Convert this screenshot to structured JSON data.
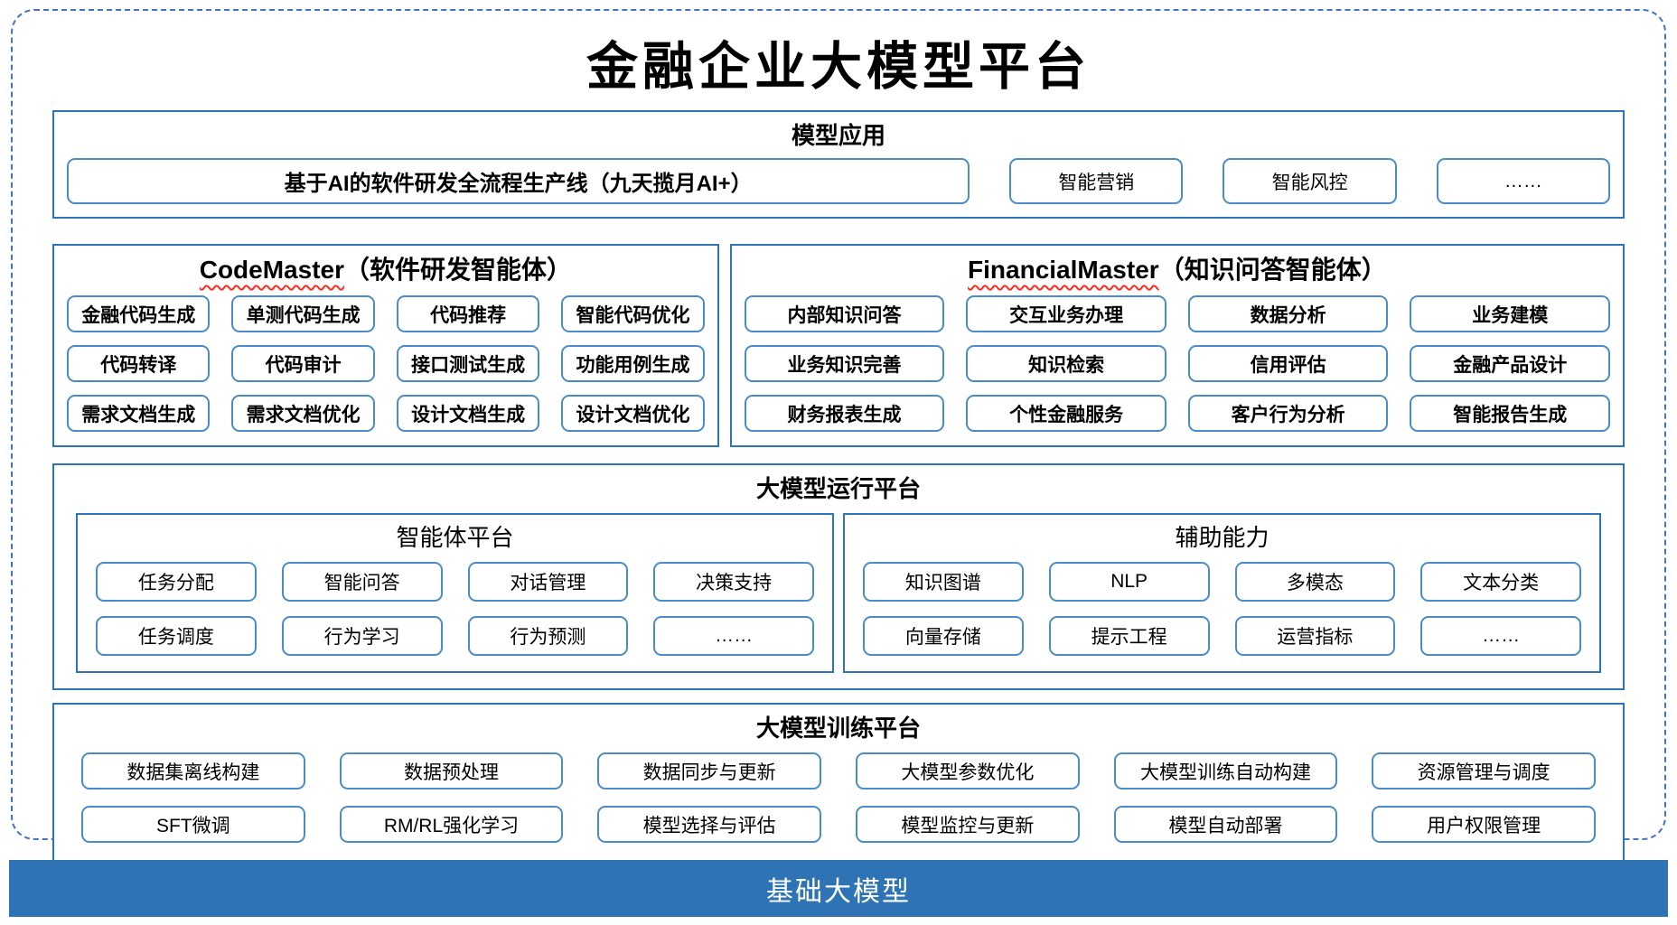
{
  "title": "金融企业大模型平台",
  "colors": {
    "border": "#2E75B6",
    "item_border": "#4A8CC7",
    "dashed": "#4472C4",
    "bar": "#2E74B5",
    "squiggle": "#FF2B1F"
  },
  "model_app": {
    "header": "模型应用",
    "main_item": "基于AI的软件研发全流程生产线（九天揽月AI+）",
    "items": [
      "智能营销",
      "智能风控",
      "……"
    ]
  },
  "code_master": {
    "name": "CodeMaster",
    "subtitle": "（软件研发智能体）",
    "items": [
      "金融代码生成",
      "单测代码生成",
      "代码推荐",
      "智能代码优化",
      "代码转译",
      "代码审计",
      "接口测试生成",
      "功能用例生成",
      "需求文档生成",
      "需求文档优化",
      "设计文档生成",
      "设计文档优化"
    ]
  },
  "financial_master": {
    "name": "FinancialMaster",
    "subtitle": "（知识问答智能体）",
    "items": [
      "内部知识问答",
      "交互业务办理",
      "数据分析",
      "业务建模",
      "业务知识完善",
      "知识检索",
      "信用评估",
      "金融产品设计",
      "财务报表生成",
      "个性金融服务",
      "客户行为分析",
      "智能报告生成"
    ]
  },
  "runtime": {
    "header": "大模型运行平台",
    "agent_platform": {
      "header": "智能体平台",
      "items": [
        "任务分配",
        "智能问答",
        "对话管理",
        "决策支持",
        "任务调度",
        "行为学习",
        "行为预测",
        "……"
      ]
    },
    "aux": {
      "header": "辅助能力",
      "items": [
        "知识图谱",
        "NLP",
        "多模态",
        "文本分类",
        "向量存储",
        "提示工程",
        "运营指标",
        "……"
      ]
    }
  },
  "training": {
    "header": "大模型训练平台",
    "items": [
      "数据集离线构建",
      "数据预处理",
      "数据同步与更新",
      "大模型参数优化",
      "大模型训练自动构建",
      "资源管理与调度",
      "SFT微调",
      "RM/RL强化学习",
      "模型选择与评估",
      "模型监控与更新",
      "模型自动部署",
      "用户权限管理"
    ]
  },
  "base_bar": {
    "label": "基础大模型"
  }
}
